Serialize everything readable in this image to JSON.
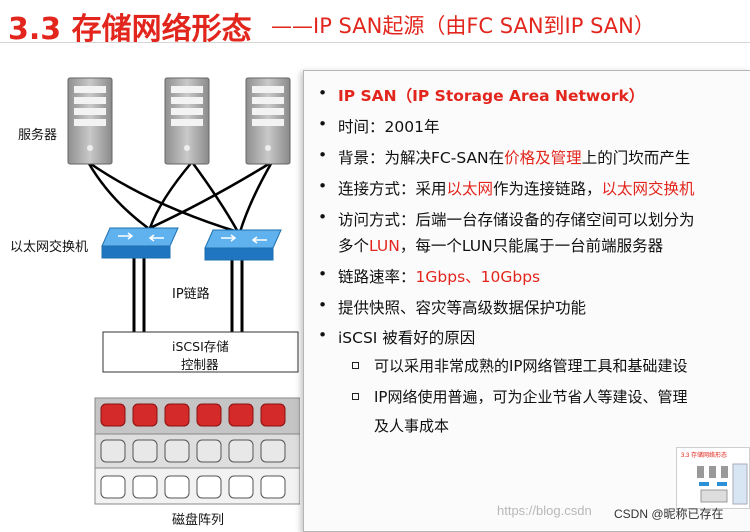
{
  "title": {
    "main": "3.3 存储网络形态",
    "dash": "——",
    "sub": "IP SAN起源（由FC SAN到IP SAN）"
  },
  "diagram": {
    "server_label": "服务器",
    "switch_label": "以太网交换机",
    "link_label": "IP链路",
    "controller_line1": "iSCSI存储",
    "controller_line2": "控制器",
    "disk_array_label": "磁盘阵列"
  },
  "bullets": [
    {
      "key": "b1",
      "parts": [
        {
          "t": "IP SAN（IP Storage Area Network）",
          "c": "red",
          "b": true
        }
      ]
    },
    {
      "key": "b2",
      "parts": [
        {
          "t": "时间：2001年"
        }
      ]
    },
    {
      "key": "b3",
      "parts": [
        {
          "t": "背景：为解决FC-SAN在"
        },
        {
          "t": "价格及管理",
          "c": "red"
        },
        {
          "t": "上的门坎而产生"
        }
      ]
    },
    {
      "key": "b4",
      "parts": [
        {
          "t": "连接方式：采用"
        },
        {
          "t": "以太网",
          "c": "red"
        },
        {
          "t": "作为连接链路，"
        },
        {
          "t": "以太网交换机",
          "c": "red"
        }
      ]
    },
    {
      "key": "b5a",
      "parts": [
        {
          "t": "访问方式：后端一台存储设备的存储空间可以划分为"
        }
      ]
    },
    {
      "key": "b5b",
      "parts": [
        {
          "t": "多个"
        },
        {
          "t": "LUN",
          "c": "red"
        },
        {
          "t": "，每一个LUN只能属于一台前端服务器"
        }
      ]
    },
    {
      "key": "b6",
      "parts": [
        {
          "t": "链路速率："
        },
        {
          "t": "1Gbps、10Gbps",
          "c": "red"
        }
      ]
    },
    {
      "key": "b7",
      "parts": [
        {
          "t": "提供快照、容灾等高级数据保护功能"
        }
      ]
    },
    {
      "key": "b8",
      "parts": [
        {
          "t": "iSCSI 被看好的原因"
        }
      ]
    }
  ],
  "sub_bullets": [
    "可以采用非常成熟的IP网络管理工具和基础建设",
    "IP网络使用普遍，可为企业节省人等建设、管理",
    "及人事成本"
  ],
  "watermark": "https://blog.csdn",
  "watermark2": "CSDN @昵称已存在",
  "thumbnail_title": "3.3 存储网络形态",
  "colors": {
    "accent": "#e2261d",
    "switch": "#2d8fd8",
    "disk_red": "#d42a2a"
  }
}
